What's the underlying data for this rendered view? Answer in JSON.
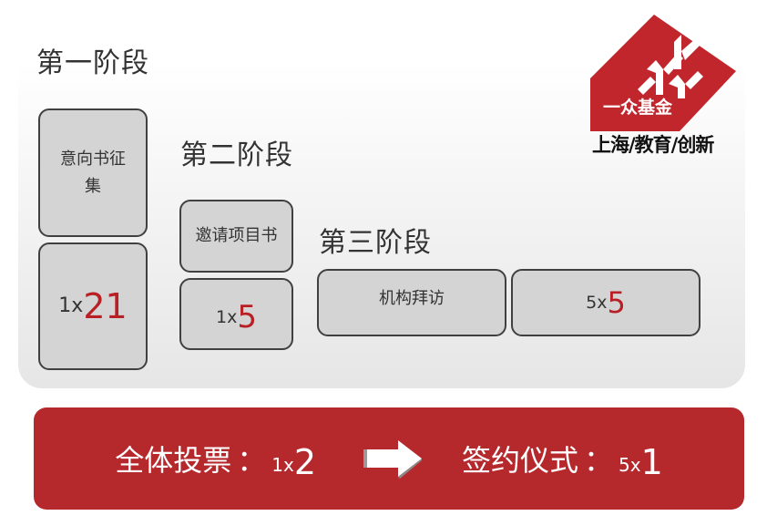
{
  "logo": {
    "name": "一众基金",
    "tagline": "上海/教育/创新",
    "brand_color": "#c0262c"
  },
  "phases": [
    {
      "title": "第一阶段",
      "task": "意向书征集",
      "task_lines": [
        "意向书征",
        "集"
      ],
      "multiplier": {
        "prefix": "1x",
        "value": "21"
      }
    },
    {
      "title": "第二阶段",
      "task": "邀请项目书",
      "multiplier": {
        "prefix": "1x",
        "value": "5"
      }
    },
    {
      "title": "第三阶段",
      "task": "机构拜访",
      "multiplier": {
        "prefix": "5x",
        "value": "5"
      }
    }
  ],
  "summary_bar": {
    "left": {
      "label": "全体投票",
      "colon": "：",
      "prefix": "1x",
      "value": "2"
    },
    "arrow_icon": "right-arrow-icon",
    "right": {
      "label": "签约仪式",
      "colon": "：",
      "prefix": "5x",
      "value": "1"
    },
    "background_color": "#b5282c"
  },
  "colors": {
    "accent_red": "#b82025",
    "box_fill": "#d4d4d4",
    "box_border": "#404040",
    "text": "#333333"
  }
}
